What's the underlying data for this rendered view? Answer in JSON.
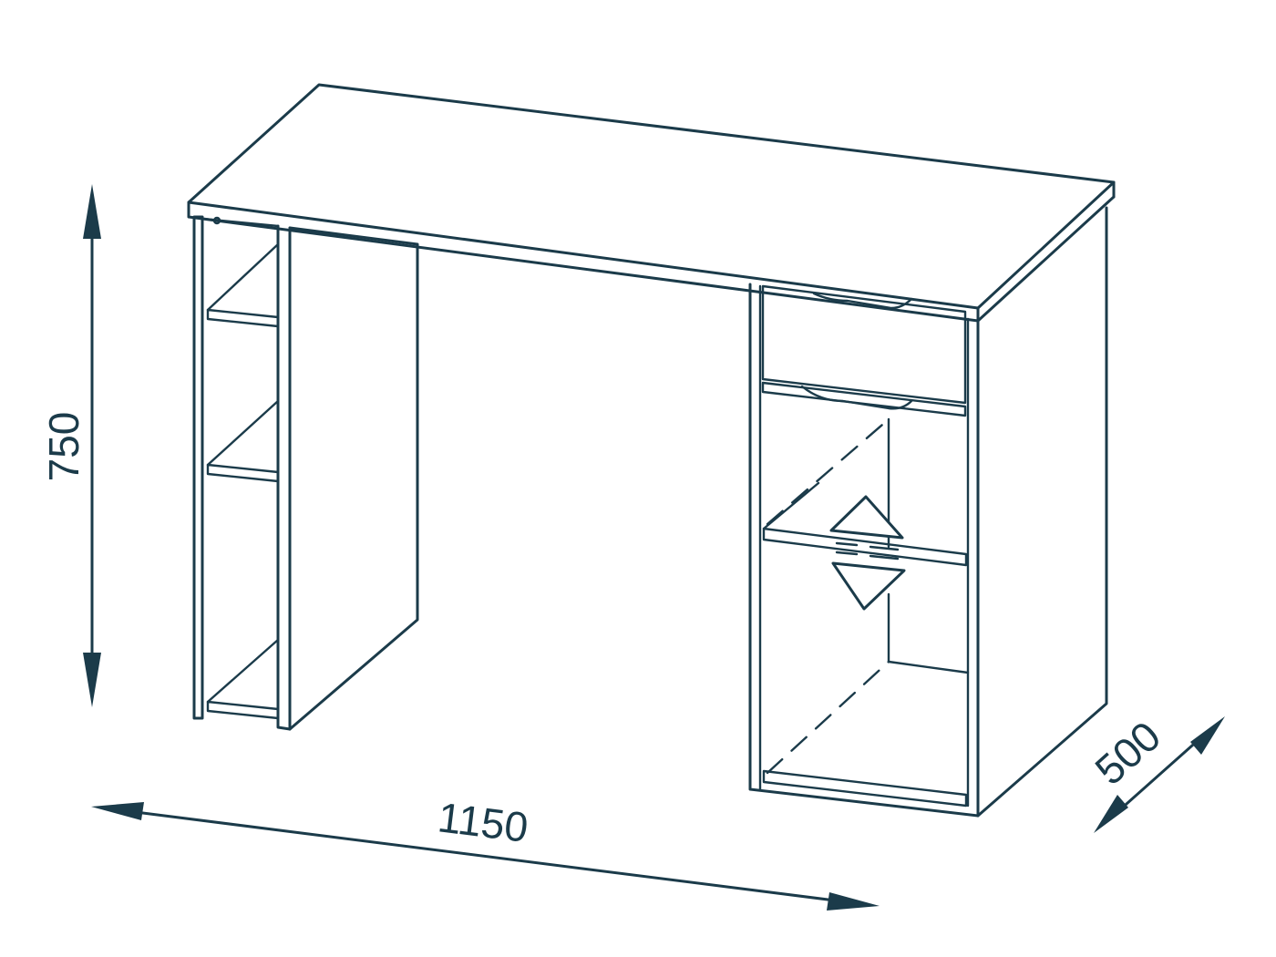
{
  "colors": {
    "ink": "#1b3b4a",
    "background": "#ffffff"
  },
  "dimensions": {
    "height": "750",
    "width": "1150",
    "depth": "500"
  },
  "icons": {
    "adjustable_shelf": "up-down-arrows-icon"
  }
}
